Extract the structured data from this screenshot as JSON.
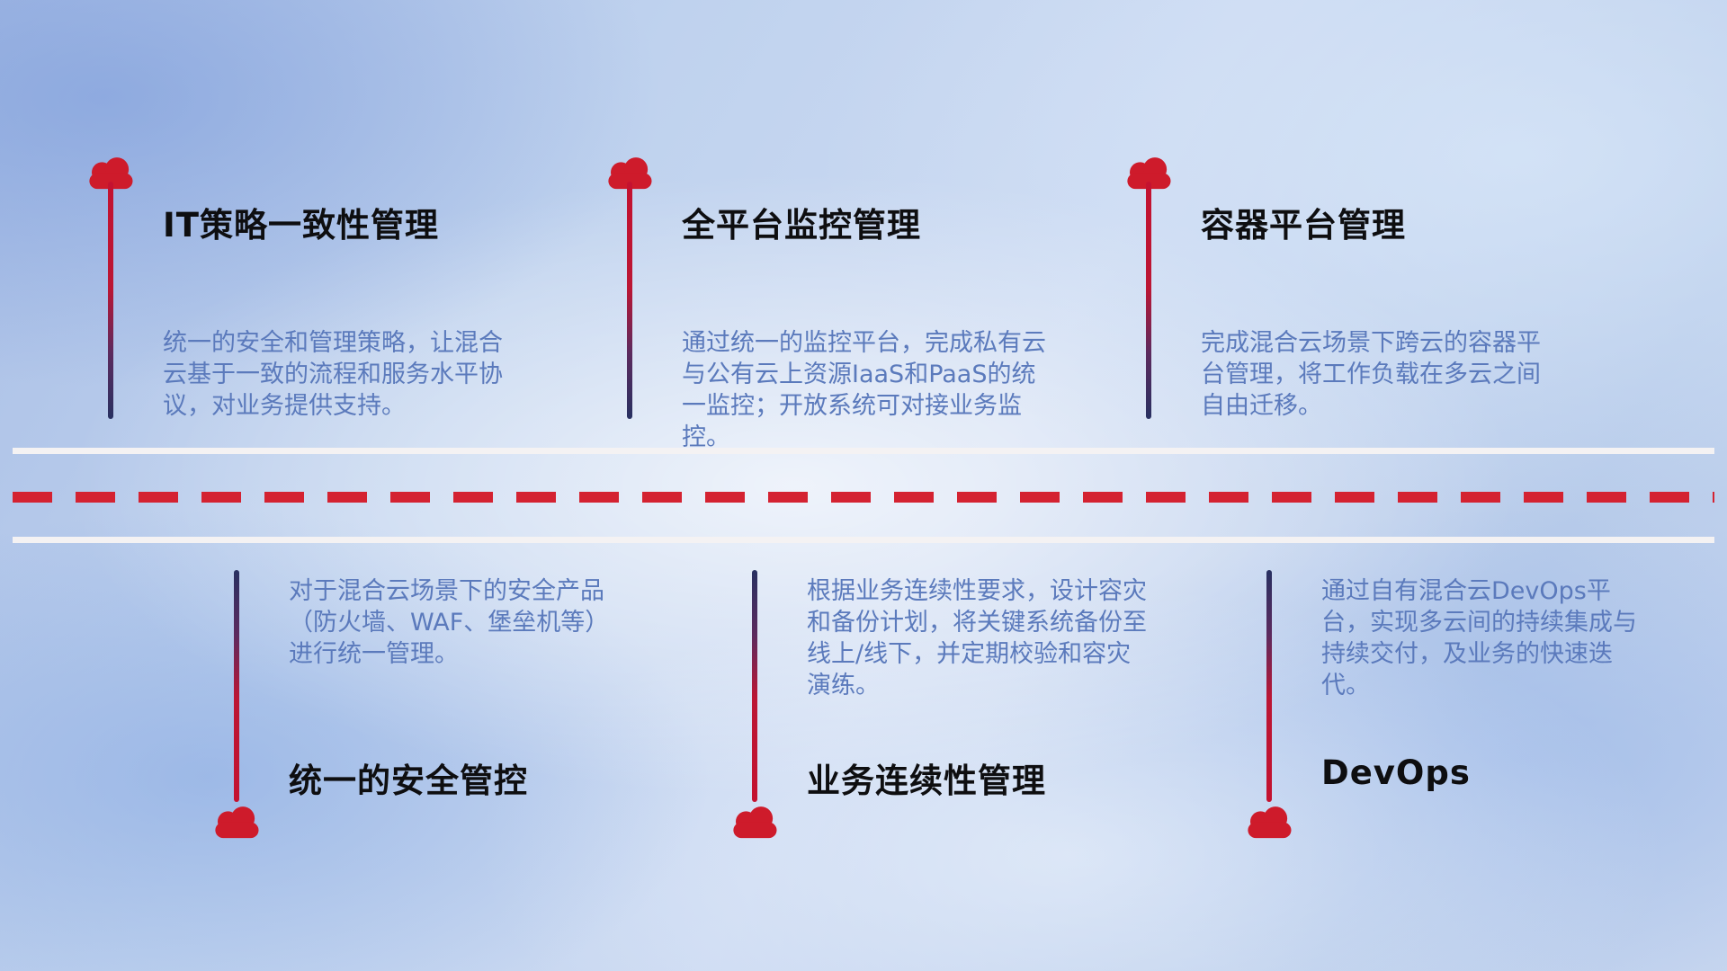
{
  "colors": {
    "cloud_red": "#ce1b2b",
    "pole_red": "#c41230",
    "pole_navy": "#283061",
    "dash_red": "#d42231",
    "road_white": "#f4f2f3",
    "title_color": "#0e0e10",
    "description_color": "#5b7abc",
    "background_base": "#bfd2ee"
  },
  "top_items": [
    {
      "title": "IT策略一致性管理",
      "description": "统一的安全和管理策略，让混合云基于一致的流程和服务水平协议，对业务提供支持。"
    },
    {
      "title": "全平台监控管理",
      "description": "通过统一的监控平台，完成私有云与公有云上资源IaaS和PaaS的统一监控；开放系统可对接业务监控。"
    },
    {
      "title": "容器平台管理",
      "description": "完成混合云场景下跨云的容器平台管理，将工作负载在多云之间自由迁移。"
    }
  ],
  "bottom_items": [
    {
      "title": "统一的安全管控",
      "description": "对于混合云场景下的安全产品（防火墙、WAF、堡垒机等）进行统一管理。"
    },
    {
      "title": "业务连续性管理",
      "description": "根据业务连续性要求，设计容灾和备份计划，将关键系统备份至线上/线下，并定期校验和容灾演练。"
    },
    {
      "title": "DevOps",
      "description": "通过自有混合云DevOps平台，实现多云间的持续集成与持续交付，及业务的快速迭代。"
    }
  ]
}
